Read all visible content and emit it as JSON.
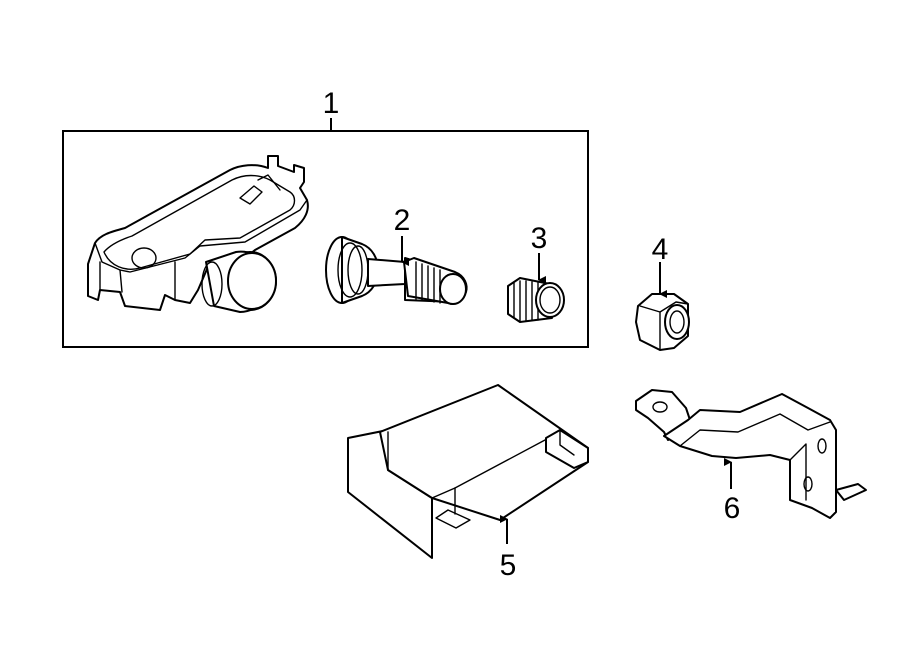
{
  "callouts": [
    {
      "id": "1",
      "label": "1"
    },
    {
      "id": "2",
      "label": "2"
    },
    {
      "id": "3",
      "label": "3"
    },
    {
      "id": "4",
      "label": "4"
    },
    {
      "id": "5",
      "label": "5"
    },
    {
      "id": "6",
      "label": "6"
    }
  ],
  "parts": [
    {
      "callout": "1",
      "icon": "tpms-sensor-assembly-icon"
    },
    {
      "callout": "2",
      "icon": "valve-stem-icon"
    },
    {
      "callout": "3",
      "icon": "valve-cap-icon"
    },
    {
      "callout": "4",
      "icon": "hex-nut-icon"
    },
    {
      "callout": "5",
      "icon": "control-module-icon"
    },
    {
      "callout": "6",
      "icon": "mounting-bracket-icon"
    }
  ]
}
